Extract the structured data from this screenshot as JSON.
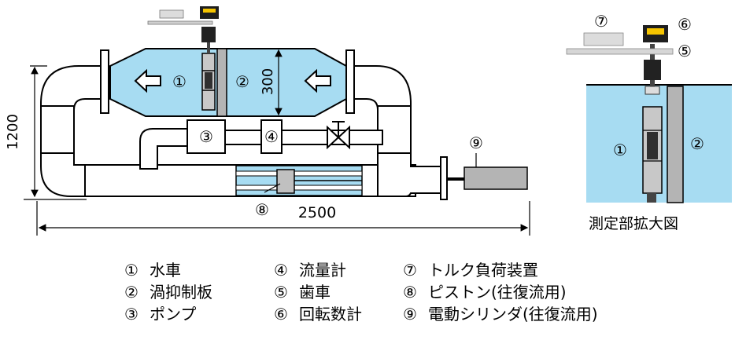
{
  "dimensions": {
    "height": "1200",
    "diameter": "300",
    "length": "2500"
  },
  "markers": {
    "m1": "①",
    "m2": "②",
    "m3": "③",
    "m4": "④",
    "m5": "⑤",
    "m6": "⑥",
    "m7": "⑦",
    "m8": "⑧",
    "m9": "⑨"
  },
  "caption": "測定部拡大図",
  "legend": [
    [
      {
        "num": "①",
        "label": "水車"
      },
      {
        "num": "②",
        "label": "渦抑制板"
      },
      {
        "num": "③",
        "label": "ポンプ"
      }
    ],
    [
      {
        "num": "④",
        "label": "流量計"
      },
      {
        "num": "⑤",
        "label": "歯車"
      },
      {
        "num": "⑥",
        "label": "回転数計"
      }
    ],
    [
      {
        "num": "⑦",
        "label": "トルク負荷装置"
      },
      {
        "num": "⑧",
        "label": "ピストン(往復流用)"
      },
      {
        "num": "⑨",
        "label": "電動シリンダ(往復流用)"
      }
    ]
  ],
  "colors": {
    "water": "#a7dcf2",
    "pipe_fill": "#ffffff",
    "gray": "#b4b4b4",
    "dark": "#202020",
    "display": "#f5c400"
  }
}
